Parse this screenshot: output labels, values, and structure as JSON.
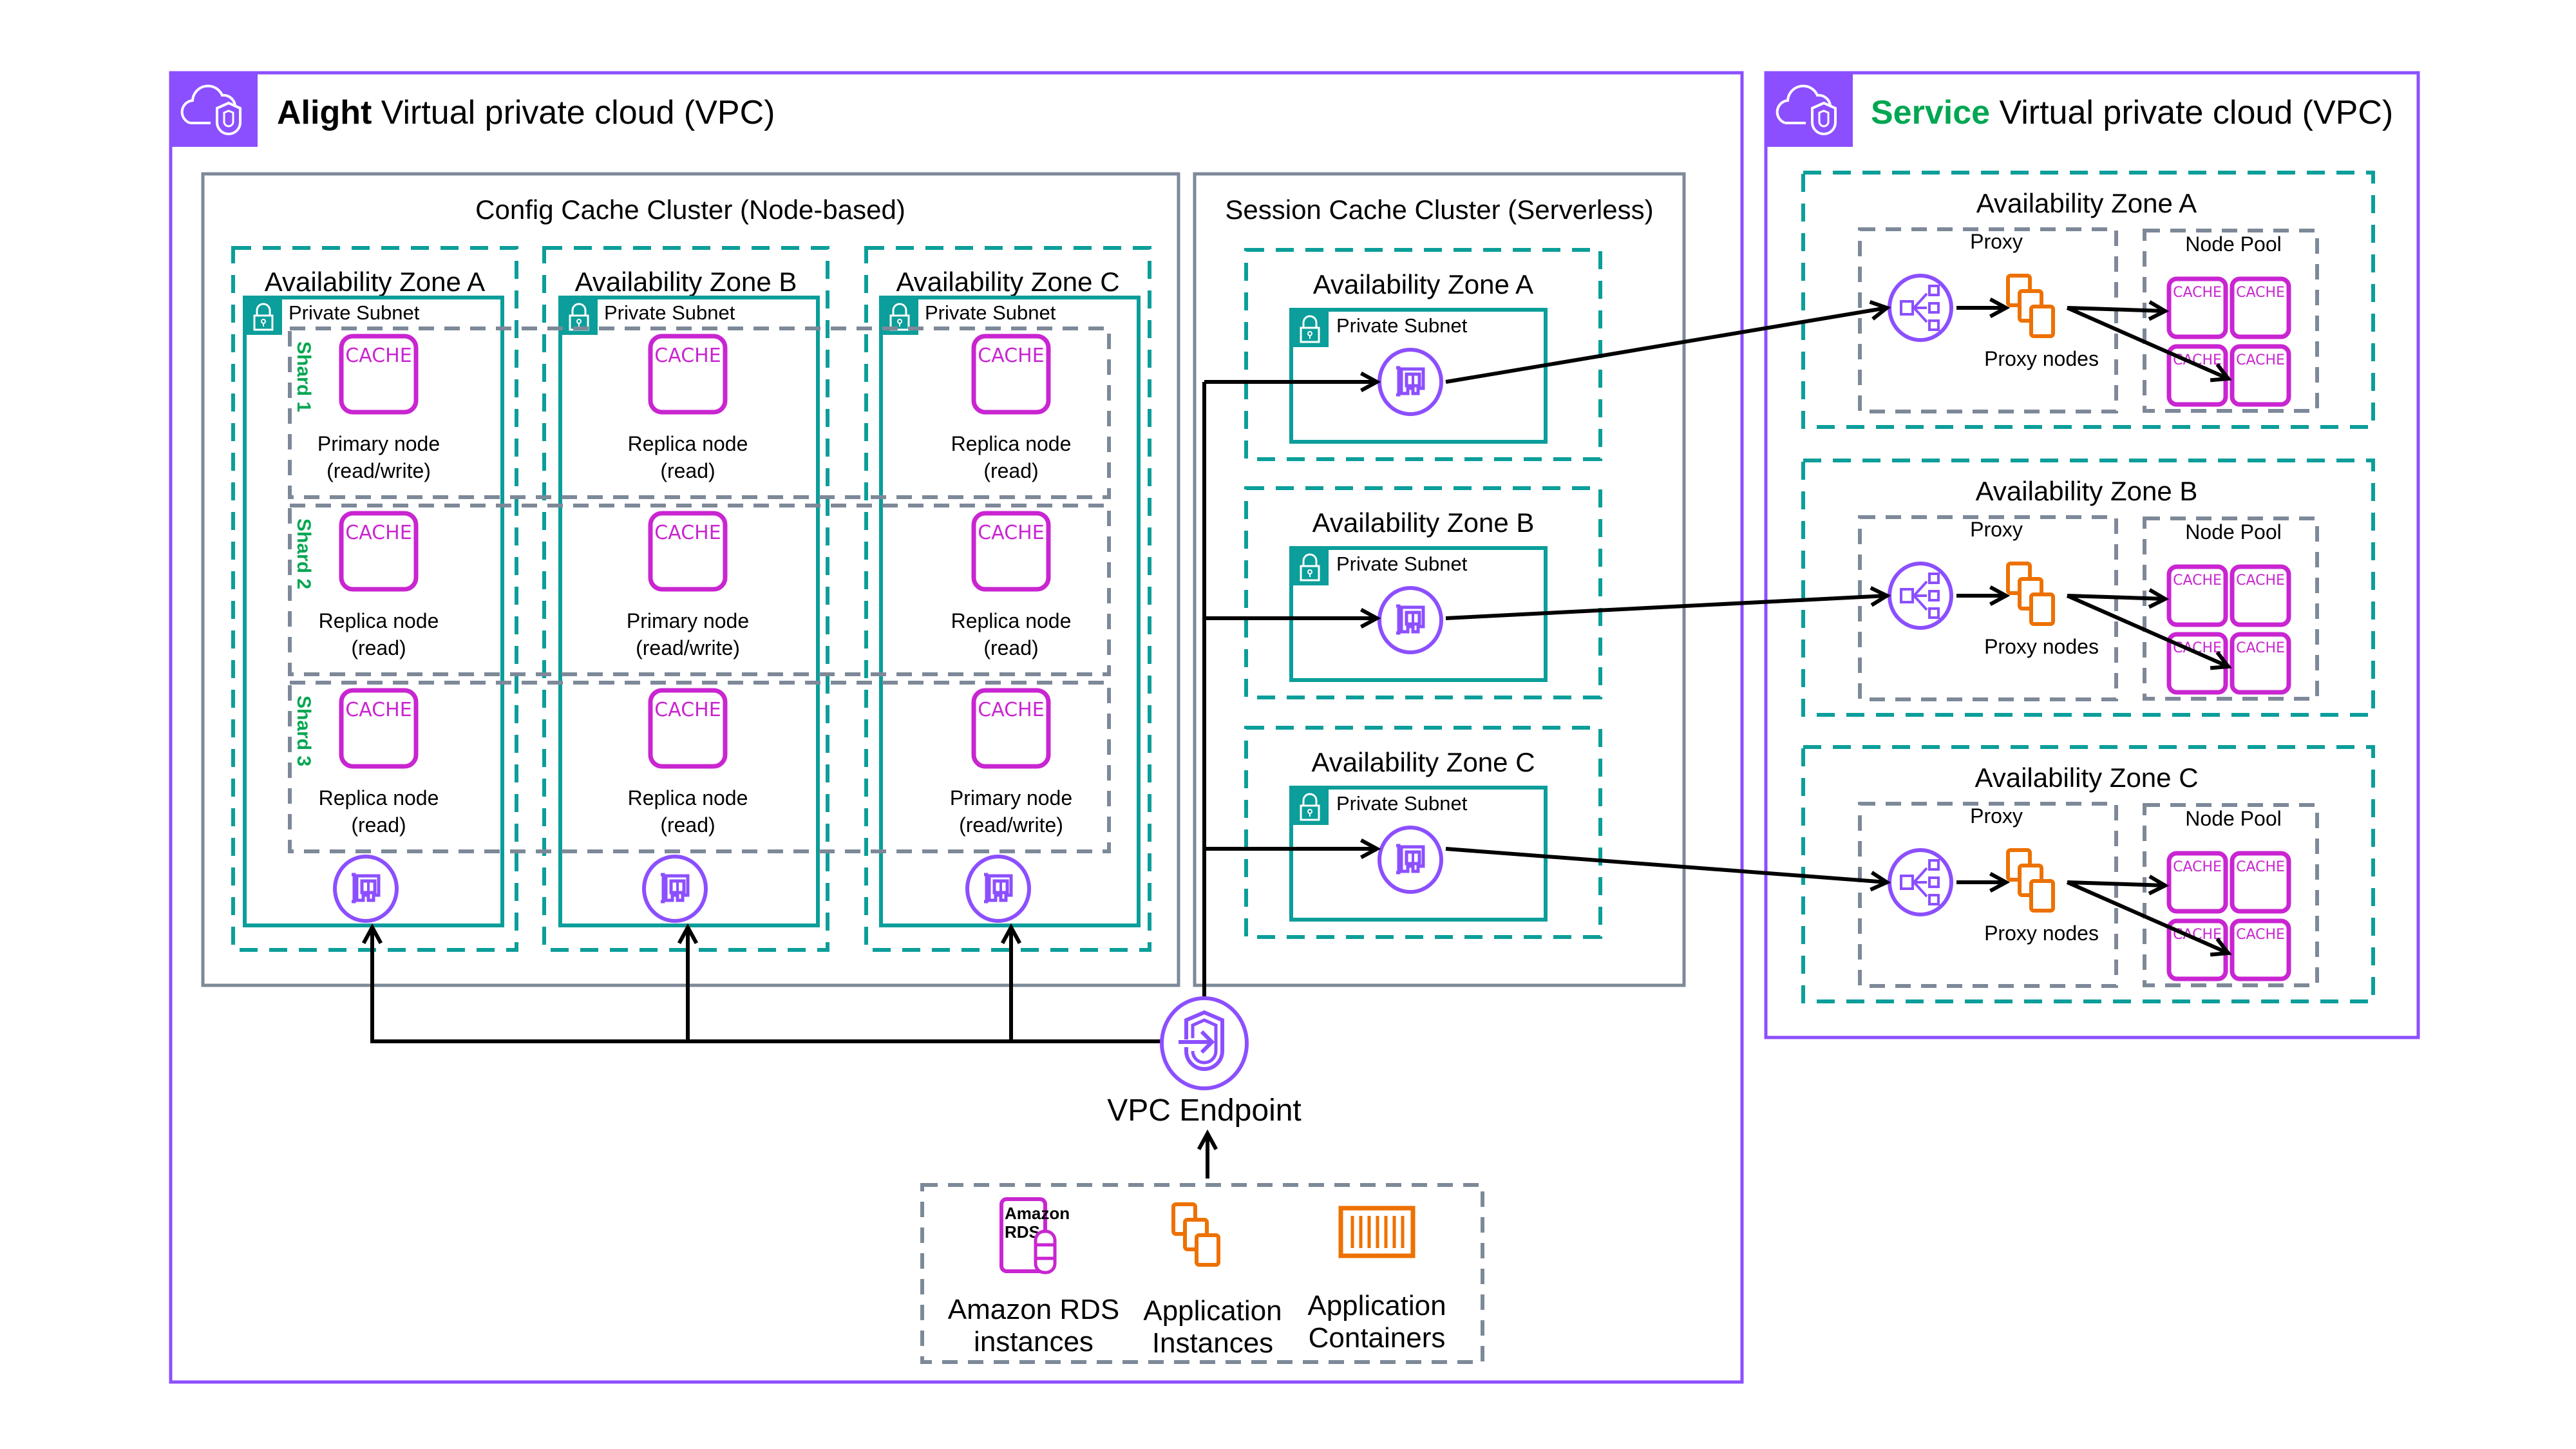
{
  "alight_vpc": {
    "title_bold": "Alight",
    "title_rest": " Virtual private cloud (VPC)",
    "icon": "vpc-cloud-shield-icon",
    "color": "#8C4FFF"
  },
  "service_vpc": {
    "title_bold": "Service",
    "title_rest": " Virtual private cloud (VPC)",
    "title_bold_color": "#00A651",
    "icon": "vpc-cloud-shield-icon"
  },
  "config_cluster": {
    "title": "Config Cache Cluster (Node-based)",
    "zones": [
      {
        "label": "Availability Zone A",
        "subnet": "Private Subnet"
      },
      {
        "label": "Availability Zone B",
        "subnet": "Private Subnet"
      },
      {
        "label": "Availability Zone C",
        "subnet": "Private Subnet"
      }
    ],
    "shards": [
      "Shard 1",
      "Shard 2",
      "Shard 3"
    ],
    "cache_label": "CACHE",
    "nodes": [
      [
        {
          "role": "Primary node",
          "access": "(read/write)"
        },
        {
          "role": "Replica node",
          "access": "(read)"
        },
        {
          "role": "Replica node",
          "access": "(read)"
        }
      ],
      [
        {
          "role": "Replica node",
          "access": "(read)"
        },
        {
          "role": "Primary node",
          "access": "(read/write)"
        },
        {
          "role": "Replica node",
          "access": "(read)"
        }
      ],
      [
        {
          "role": "Replica node",
          "access": "(read)"
        },
        {
          "role": "Replica node",
          "access": "(read)"
        },
        {
          "role": "Primary node",
          "access": "(read/write)"
        }
      ]
    ]
  },
  "session_cluster": {
    "title": "Session Cache Cluster (Serverless)",
    "zones": [
      {
        "label": "Availability Zone A",
        "subnet": "Private Subnet"
      },
      {
        "label": "Availability Zone B",
        "subnet": "Private Subnet"
      },
      {
        "label": "Availability Zone C",
        "subnet": "Private Subnet"
      }
    ]
  },
  "service_zones": [
    {
      "label": "Availability Zone A",
      "proxy": "Proxy",
      "proxy_nodes": "Proxy nodes",
      "node_pool": "Node Pool"
    },
    {
      "label": "Availability Zone B",
      "proxy": "Proxy",
      "proxy_nodes": "Proxy nodes",
      "node_pool": "Node Pool"
    },
    {
      "label": "Availability Zone C",
      "proxy": "Proxy",
      "proxy_nodes": "Proxy nodes",
      "node_pool": "Node Pool"
    }
  ],
  "vpc_endpoint": {
    "label": "VPC Endpoint"
  },
  "sources": {
    "rds_icon_text": [
      "Amazon",
      "RDS"
    ],
    "items": [
      {
        "line1": "Amazon RDS",
        "line2": "instances"
      },
      {
        "line1": "Application",
        "line2": "Instances"
      },
      {
        "line1": "Application",
        "line2": "Containers"
      }
    ]
  }
}
